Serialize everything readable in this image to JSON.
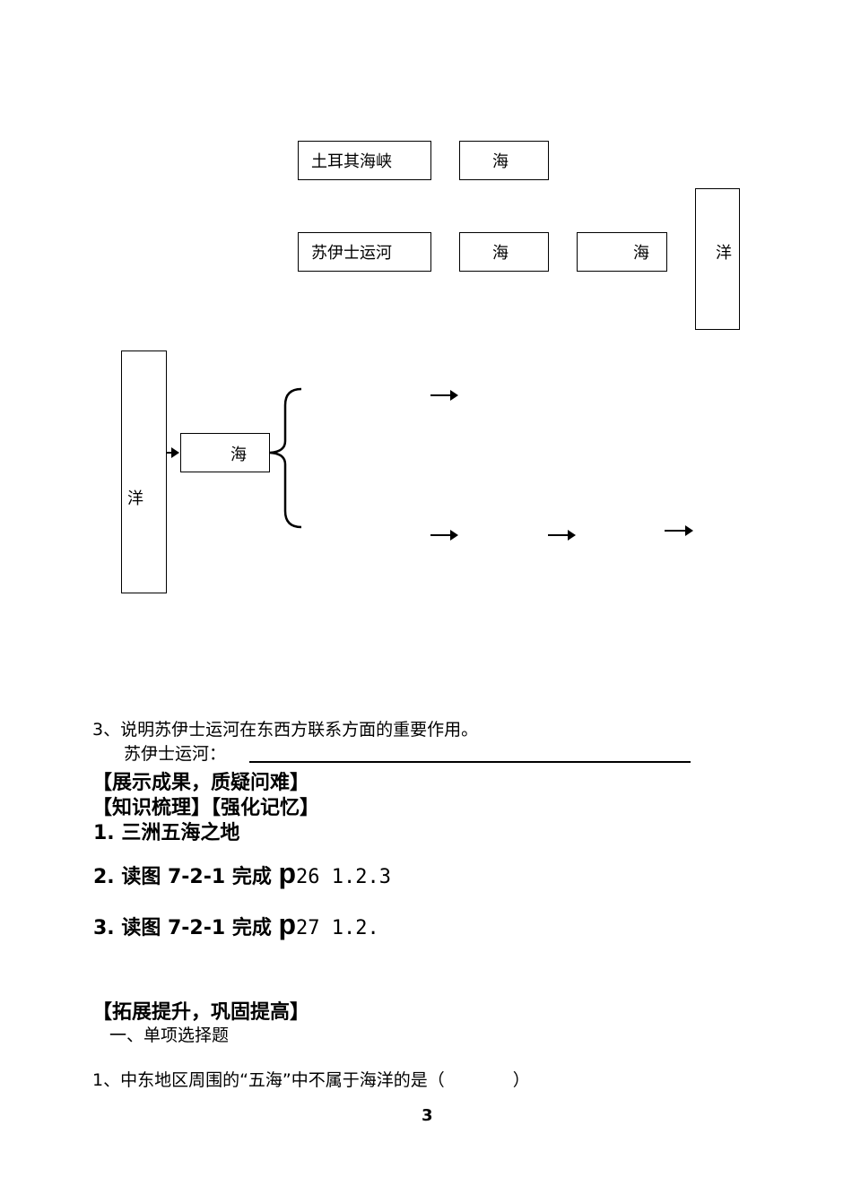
{
  "diagram": {
    "row1": [
      "土耳其海峡",
      "海"
    ],
    "row2": [
      "苏伊士运河",
      "海",
      "海"
    ],
    "right_ocean": "洋",
    "left_ocean": "洋",
    "left_sea": "海"
  },
  "question3": {
    "title": "3、说明苏伊士运河在东西方联系方面的重要作用。",
    "answer_label": "苏伊士运河："
  },
  "headings": {
    "show": "【展示成果，质疑问难】",
    "review": "【知识梳理】【强化记忆】",
    "extend": "【拓展提升，巩固提高】"
  },
  "items": [
    {
      "text": "1. 三洲五海之地"
    },
    {
      "pre": "2. 读图 7-2-1 完成 ",
      "p": "p",
      "post": "26  1.2.3"
    },
    {
      "pre": "3. 读图 7-2-1 完成 ",
      "p": "p",
      "post": "27  1.2."
    }
  ],
  "section": "一、单项选择题",
  "q1": "1、中东地区周围的“五海”中不属于海洋的是（　　　　）",
  "page_number": "3"
}
